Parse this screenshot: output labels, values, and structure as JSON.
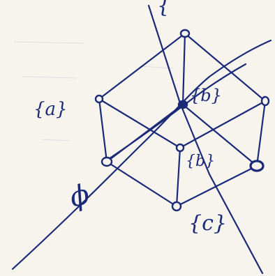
{
  "diagram": {
    "top_label": "{",
    "labels": {
      "a": "{a}",
      "b_center": "{b}",
      "b_inner": "{b}",
      "c": "{c}",
      "empty": "ϕ"
    },
    "ink_color": "#1b2a78",
    "paper_color": "#f7f4ee"
  }
}
